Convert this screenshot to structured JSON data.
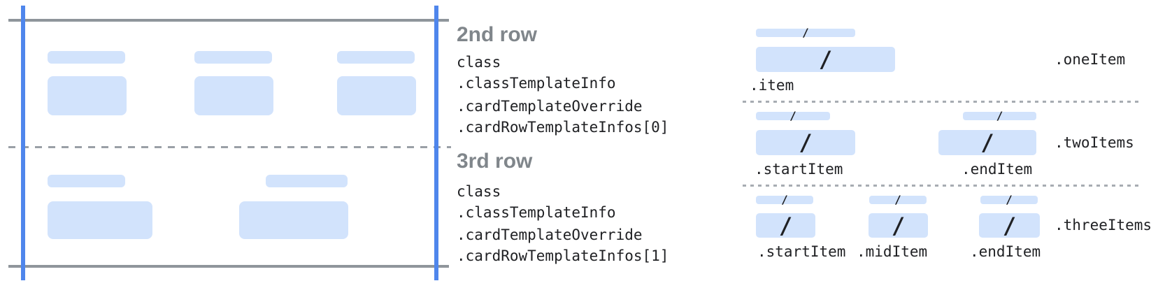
{
  "colors": {
    "placeholder_fill": "#d2e3fc",
    "card_edge_blue": "#4f86ec",
    "frame_line_gray": "#8f959b",
    "dashed_line_gray": "#9aa0a6",
    "heading_gray": "#80868b",
    "code_text": "#202124"
  },
  "slash": "/",
  "card_annotations": {
    "row2": {
      "heading": "2nd row",
      "code": [
        "class",
        ".classTemplateInfo",
        ".cardTemplateOverride",
        ".cardRowTemplateInfos[0]"
      ]
    },
    "row3": {
      "heading": "3rd row",
      "code": [
        "class",
        ".classTemplateInfo",
        ".cardTemplateOverride",
        ".cardRowTemplateInfos[1]"
      ]
    }
  },
  "templates": {
    "one": {
      "side_label": ".oneItem",
      "items": [
        ".item"
      ]
    },
    "two": {
      "side_label": ".twoItems",
      "items": [
        ".startItem",
        ".endItem"
      ]
    },
    "three": {
      "side_label": ".threeItems",
      "items": [
        ".startItem",
        ".midItem",
        ".endItem"
      ]
    }
  }
}
